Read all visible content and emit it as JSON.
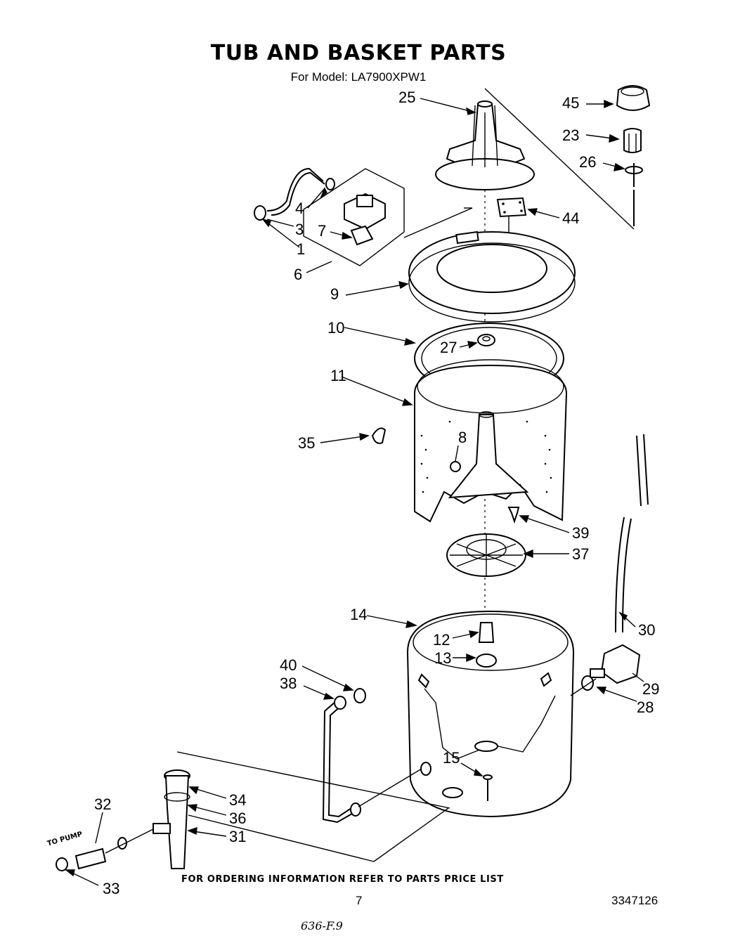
{
  "header": {
    "title": "TUB AND BASKET PARTS",
    "model_line": "For Model: LA7900XPW1"
  },
  "callouts": [
    {
      "id": "c25",
      "label": "25"
    },
    {
      "id": "c45",
      "label": "45"
    },
    {
      "id": "c23",
      "label": "23"
    },
    {
      "id": "c26",
      "label": "26"
    },
    {
      "id": "c44",
      "label": "44"
    },
    {
      "id": "c4",
      "label": "4"
    },
    {
      "id": "c3",
      "label": "3"
    },
    {
      "id": "c7",
      "label": "7"
    },
    {
      "id": "c1",
      "label": "1"
    },
    {
      "id": "c6",
      "label": "6"
    },
    {
      "id": "c9",
      "label": "9"
    },
    {
      "id": "c10",
      "label": "10"
    },
    {
      "id": "c27",
      "label": "27"
    },
    {
      "id": "c11",
      "label": "11"
    },
    {
      "id": "c35",
      "label": "35"
    },
    {
      "id": "c8",
      "label": "8"
    },
    {
      "id": "c39",
      "label": "39"
    },
    {
      "id": "c37",
      "label": "37"
    },
    {
      "id": "c14",
      "label": "14"
    },
    {
      "id": "c30",
      "label": "30"
    },
    {
      "id": "c12",
      "label": "12"
    },
    {
      "id": "c13",
      "label": "13"
    },
    {
      "id": "c40",
      "label": "40"
    },
    {
      "id": "c38",
      "label": "38"
    },
    {
      "id": "c29",
      "label": "29"
    },
    {
      "id": "c28",
      "label": "28"
    },
    {
      "id": "c15",
      "label": "15"
    },
    {
      "id": "c32",
      "label": "32"
    },
    {
      "id": "c34",
      "label": "34"
    },
    {
      "id": "c36",
      "label": "36"
    },
    {
      "id": "c31",
      "label": "31"
    },
    {
      "id": "c33",
      "label": "33"
    }
  ],
  "to_pump_label": "TO PUMP",
  "footer": {
    "ordering_note": "FOR ORDERING INFORMATION REFER TO PARTS PRICE LIST",
    "page_number": "7",
    "document_number": "3347126",
    "handwritten_note": "636-F.9"
  }
}
